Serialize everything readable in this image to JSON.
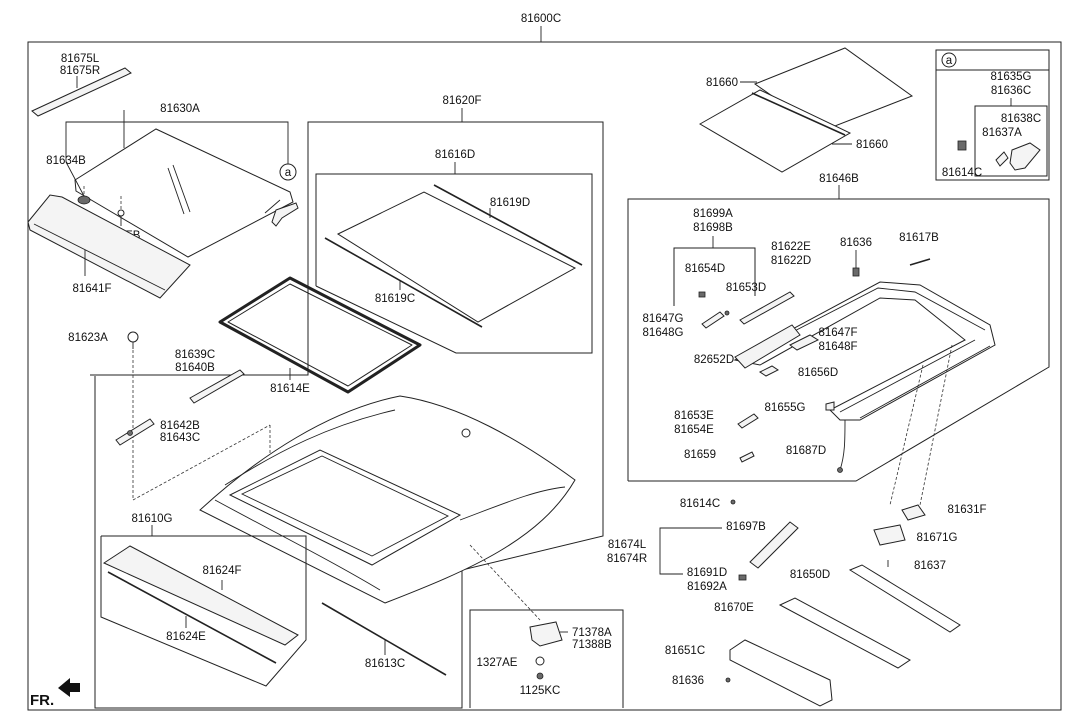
{
  "labels": {
    "p81600C": "81600C",
    "p81675L": "81675L",
    "p81675R": "81675R",
    "p81630A": "81630A",
    "p81634B": "81634B",
    "p1234EB": "1234EB",
    "p81641F": "81641F",
    "p81620F": "81620F",
    "p81616D": "81616D",
    "p81619D": "81619D",
    "p81619C": "81619C",
    "p81614E": "81614E",
    "p81623A": "81623A",
    "p81639C": "81639C",
    "p81640B": "81640B",
    "p81642B": "81642B",
    "p81643C": "81643C",
    "p81610G": "81610G",
    "p81624F": "81624F",
    "p81624E": "81624E",
    "p81613C": "81613C",
    "p81660a": "81660",
    "p81660b": "81660",
    "p81635G": "81635G",
    "p81636C": "81636C",
    "p81638C": "81638C",
    "p81637A": "81637A",
    "p81614C_a": "81614C",
    "detail_a": "a",
    "detail_a_callout": "a",
    "p81646B": "81646B",
    "p81699A": "81699A",
    "p81698B": "81698B",
    "p81654D": "81654D",
    "p81653D": "81653D",
    "p81622E": "81622E",
    "p81622D": "81622D",
    "p81636_top": "81636",
    "p81617B": "81617B",
    "p81647G": "81647G",
    "p81648G": "81648G",
    "p81647F": "81647F",
    "p81648F": "81648F",
    "p82652D": "82652D",
    "p81656D": "81656D",
    "p81653E": "81653E",
    "p81654E": "81654E",
    "p81655G": "81655G",
    "p81659": "81659",
    "p81687D": "81687D",
    "p81614C_b": "81614C",
    "p81631F": "81631F",
    "p81697B": "81697B",
    "p81674L": "81674L",
    "p81674R": "81674R",
    "p81671G": "81671G",
    "p81691D": "81691D",
    "p81692A": "81692A",
    "p81637": "81637",
    "p81650D": "81650D",
    "p81670E": "81670E",
    "p71378A": "71378A",
    "p71388B": "71388B",
    "p1327AE": "1327AE",
    "p1125KC": "1125KC",
    "p81651C": "81651C",
    "p81636_bot": "81636",
    "front": "FR."
  }
}
